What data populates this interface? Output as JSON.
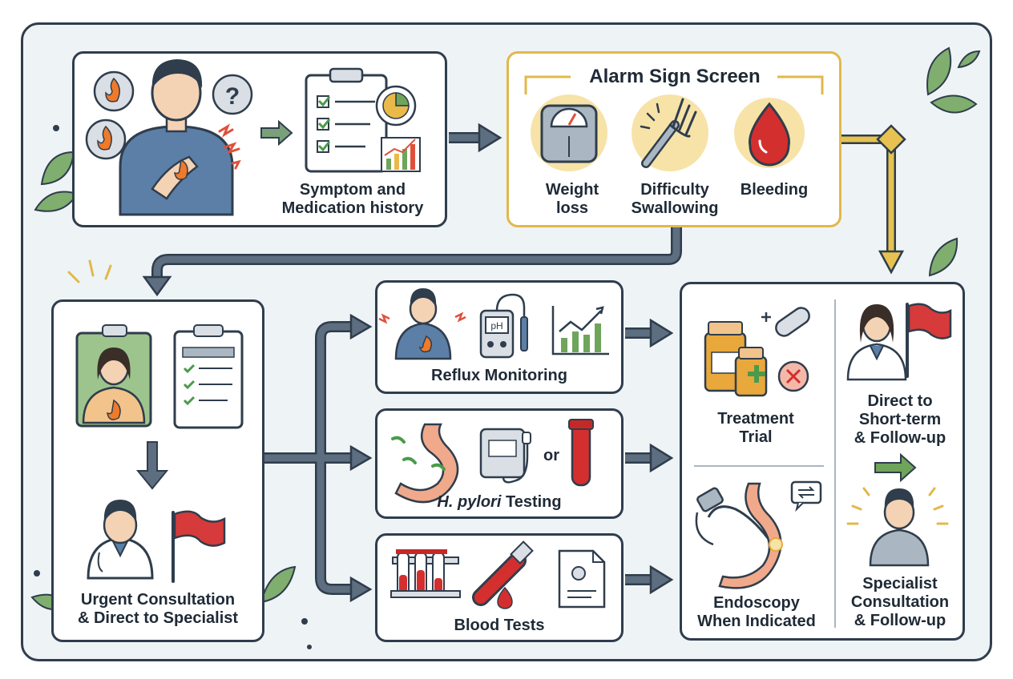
{
  "history": {
    "label_line1": "Symptom and",
    "label_line2": "Medication history"
  },
  "alarm": {
    "title": "Alarm Sign Screen",
    "items": [
      {
        "line1": "Weight",
        "line2": "loss"
      },
      {
        "line1": "Difficulty",
        "line2": "Swallowing"
      },
      {
        "line1": "Bleeding",
        "line2": ""
      }
    ]
  },
  "urgent": {
    "label_line1": "Urgent Consultation",
    "label_line2": "& Direct to Specialist"
  },
  "tests": {
    "reflux": "Reflux Monitoring",
    "hpylori_italic": "H. pylori",
    "hpylori_rest": " Testing",
    "or_text": "or",
    "blood": "Blood Tests"
  },
  "outcomes": {
    "treatment_line1": "Treatment",
    "treatment_line2": "Trial",
    "endoscopy_line1": "Endoscopy",
    "endoscopy_line2": "When Indicated",
    "direct_line1": "Direct to",
    "direct_line2": "Short-term",
    "direct_line3": "& Follow-up",
    "specialist_line1": "Specialist",
    "specialist_line2": "Consultation",
    "specialist_line3": "& Follow-up"
  },
  "colors": {
    "outline": "#2f3d4c",
    "alarm_border": "#e2b84a",
    "alarm_arrow": "#e7c250",
    "flow_arrow": "#5d6e80",
    "flag_red": "#d63a3a",
    "green_arrow": "#6fa55a"
  }
}
